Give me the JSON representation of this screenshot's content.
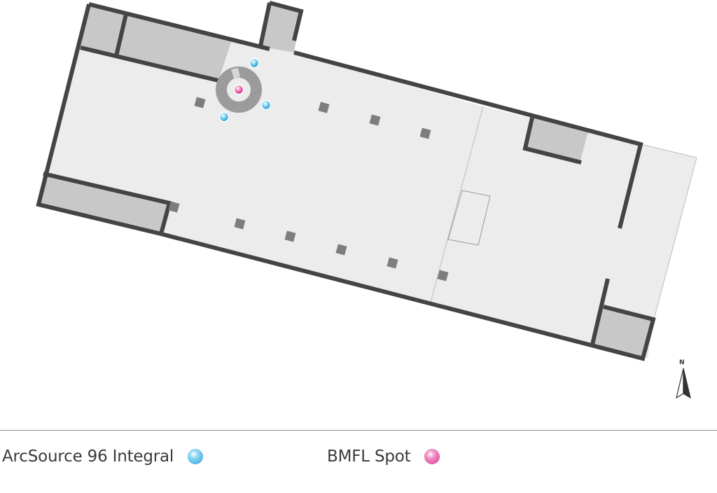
{
  "north_label": "N",
  "legend": [
    {
      "label": "ArcSource 96 Integral",
      "color": "#3fb3e6"
    },
    {
      "label": "BMFL Spot",
      "color": "#e0459a"
    }
  ],
  "colors": {
    "floor": "#ececec",
    "wall": "#444444",
    "room": "#c8c8c8",
    "column": "#7d7d7d",
    "stage": "#9b9b9b"
  }
}
